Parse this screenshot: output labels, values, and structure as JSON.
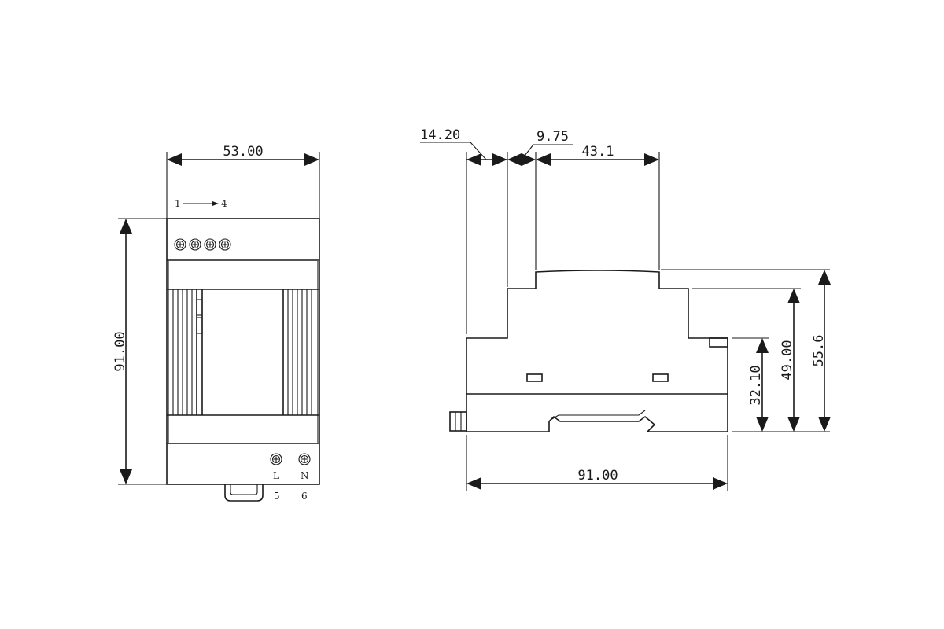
{
  "front_view": {
    "width_dim": "53.00",
    "height_dim": "91.00",
    "terminal_range_start": "1",
    "terminal_range_end": "4",
    "terminal_L": "L",
    "terminal_N": "N",
    "terminal_num_5": "5",
    "terminal_num_6": "6"
  },
  "side_view": {
    "dim_14_20": "14.20",
    "dim_9_75": "9.75",
    "dim_43_1": "43.1",
    "dim_91_00": "91.00",
    "dim_32_10": "32.10",
    "dim_49_00": "49.00",
    "dim_55_6": "55.6"
  },
  "colors": {
    "line": "#1a1a1a",
    "background": "#ffffff"
  }
}
